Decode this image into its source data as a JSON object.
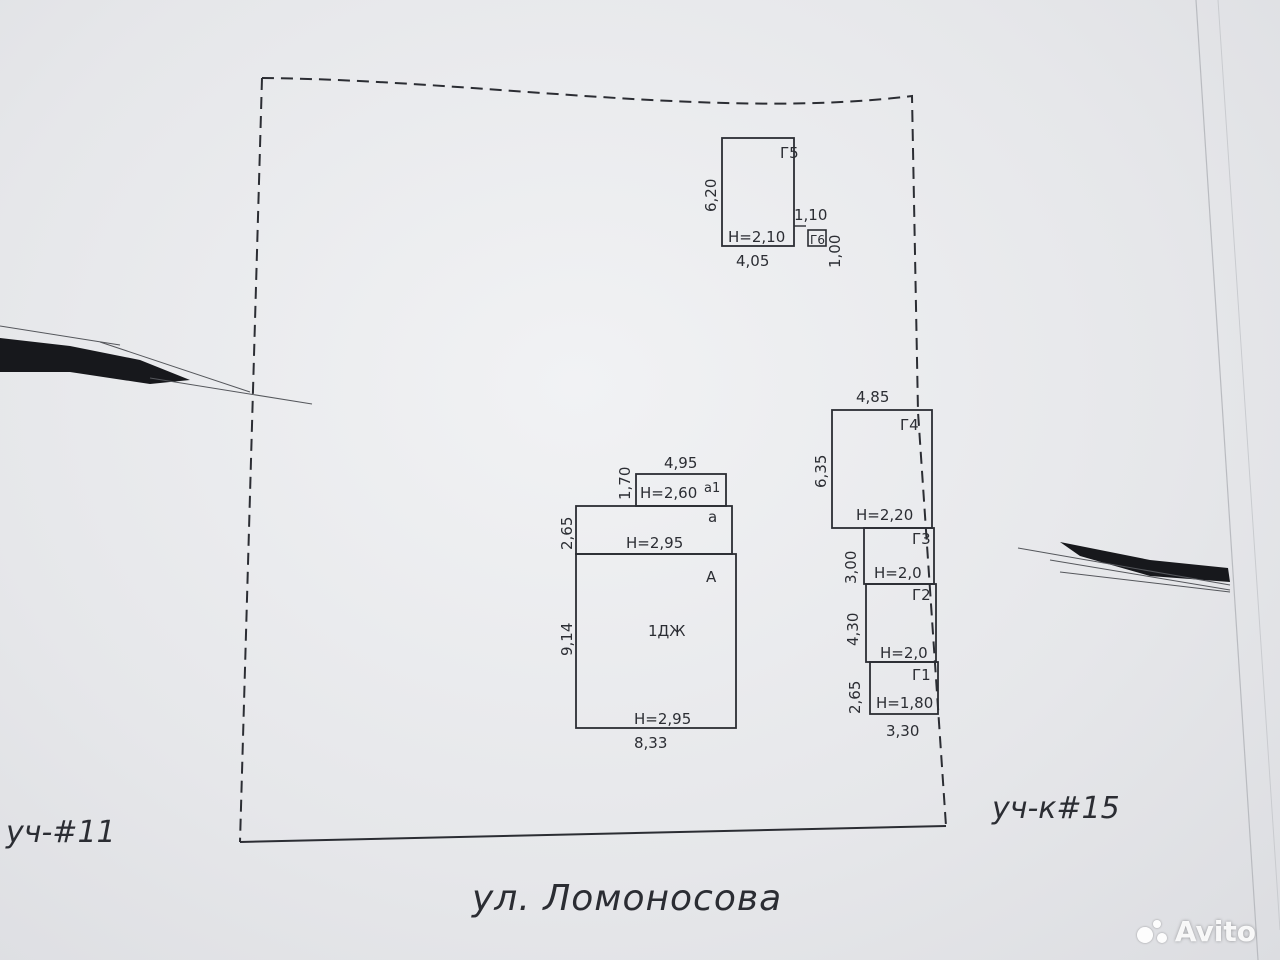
{
  "plot_labels": {
    "neighbor_left": "уч-#11",
    "neighbor_right": "уч-к#15",
    "street": "ул. Ломоносова"
  },
  "buildings": {
    "g5": {
      "name": "Г5",
      "width": "4,05",
      "depth": "6,20",
      "height": "Н=2,10"
    },
    "g6": {
      "name": "Г6",
      "width": "1,10",
      "depth": "1,00"
    },
    "house": {
      "name": "А",
      "usage": "1ДЖ",
      "width": "8,33",
      "depth": "9,14",
      "height": "Н=2,95"
    },
    "a1": {
      "name": "а",
      "depth": "2,65",
      "height": "Н=2,95"
    },
    "a2": {
      "name": "а1",
      "width": "4,95",
      "depth": "1,70",
      "height": "Н=2,60"
    },
    "g4": {
      "name": "Г4",
      "width": "4,85",
      "depth": "6,35",
      "height": "Н=2,20"
    },
    "g3": {
      "name": "Г3",
      "depth": "3,00",
      "height": "Н=2,0"
    },
    "g2": {
      "name": "Г2",
      "depth": "4,30",
      "height": "Н=2,0"
    },
    "g1": {
      "name": "Г1",
      "width": "3,30",
      "depth": "2,65",
      "height": "Н=1,80"
    }
  },
  "watermark": "Avito"
}
